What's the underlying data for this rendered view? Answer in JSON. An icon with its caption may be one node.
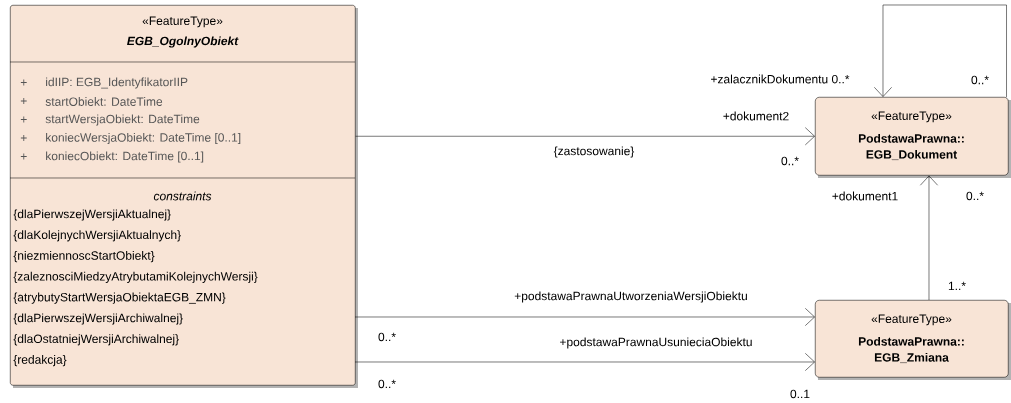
{
  "diagram": {
    "nodes": [
      {
        "text": [
          "«FeatureType»",
          "EGB_OgolnyObiekt",
          "+",
          "idIIP: EGB_IdentyfikatorIIP",
          "+",
          "startObiekt: DateTime",
          "+",
          "startWersjaObiekt: DateTime",
          "+",
          "koniecWersjaObiekt: DateTime [0..1]",
          "+",
          "koniecObiekt: DateTime [0..1]",
          "constraints",
          "{dlaPierwszejWersjiAktualnej}",
          "{dlaKolejnychWersjiAktualnych}",
          "{niezmiennoscStartObiekt}",
          "{zaleznosciMiedzyAtrybutamiKolejnychWersji}",
          "{atrybutyStartWersjaObiektaEGB_ZMN}",
          "{dlaPierwszejWersjiArchiwalnej}",
          "{dlaOstatniejWersjiArchiwalnej}",
          "{redakcja}"
        ]
      },
      {
        "text": [
          "«FeatureType»",
          "PodstawaPrawna:: EGB_Dokument"
        ]
      },
      {
        "text": [
          "«FeatureType»",
          "PodstawaPrawna:: EGB_Zmiana"
        ]
      }
    ],
    "edges": [
      {
        "from": 0,
        "to": 1,
        "arrow": "to",
        "label": "{zastosowanie}"
      },
      {
        "from": 1,
        "to": 1,
        "arrow": "to"
      },
      {
        "from": 2,
        "to": 1,
        "arrow": "to"
      },
      {
        "from": 0,
        "to": 2,
        "arrow": "to"
      },
      {
        "from": 0,
        "to": 2,
        "arrow": "to"
      }
    ],
    "labels": [
      "+zalacznikDokumentu 0..*",
      "0..*",
      "+dokument2",
      "0..*",
      "+dokument1",
      "0..*",
      "1..*",
      "+podstawaPrawnaUtworzeniaWersjiObiektu",
      "0..*",
      "+podstawaPrawnaUsunieciaObiektu",
      "0..*",
      "0..1"
    ]
  }
}
